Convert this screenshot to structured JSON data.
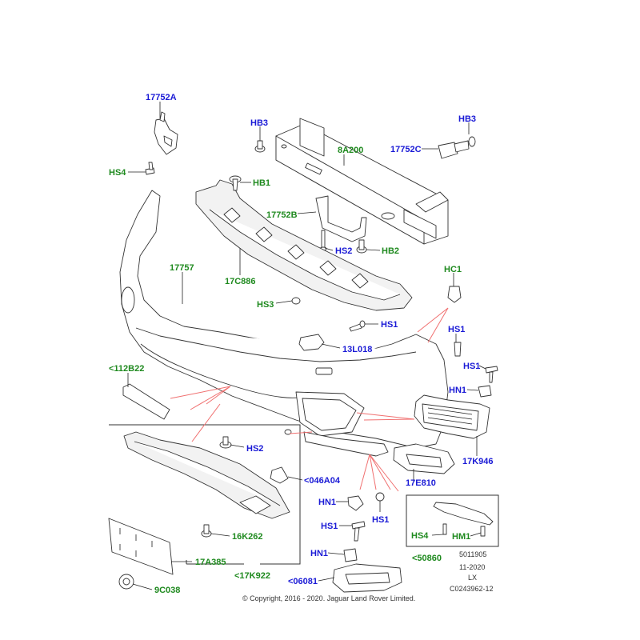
{
  "colors": {
    "blue_label": "#1a1ad6",
    "green_label": "#1f8a1f",
    "leader_red": "#f07070",
    "line": "#333333"
  },
  "labels": {
    "p17752A": "17752A",
    "hb3_left": "HB3",
    "hb3_right": "HB3",
    "p8A200": "8A200",
    "p17752C": "17752C",
    "hs4_top": "HS4",
    "hb1": "HB1",
    "p17752B": "17752B",
    "hs2_mid": "HS2",
    "hb2": "HB2",
    "p17757": "17757",
    "p17C886": "17C886",
    "hc1": "HC1",
    "hs3": "HS3",
    "hs1_a": "HS1",
    "hs1_b": "HS1",
    "hs1_c": "HS1",
    "p13L018": "13L018",
    "p112B22": "<112B22",
    "hn1_right": "HN1",
    "hs2_low": "HS2",
    "p046A04": "<046A04",
    "p17K946": "17K946",
    "p17E810": "17E810",
    "hn1_mid": "HN1",
    "hs1_d": "HS1",
    "hs1_e": "HS1",
    "p16K262": "16K262",
    "hs4_box": "HS4",
    "hm1": "HM1",
    "hn1_low": "HN1",
    "p50860": "<50860",
    "p17A385": "17A385",
    "p17K922": "<17K922",
    "p06081": "<06081",
    "p9C038": "9C038"
  },
  "meta": {
    "code1": "5011905",
    "code2": "11-2020",
    "code3": "LX",
    "code4": "C0243962-12",
    "copyright": "© Copyright, 2016 - 2020. Jaguar Land Rover Limited."
  }
}
